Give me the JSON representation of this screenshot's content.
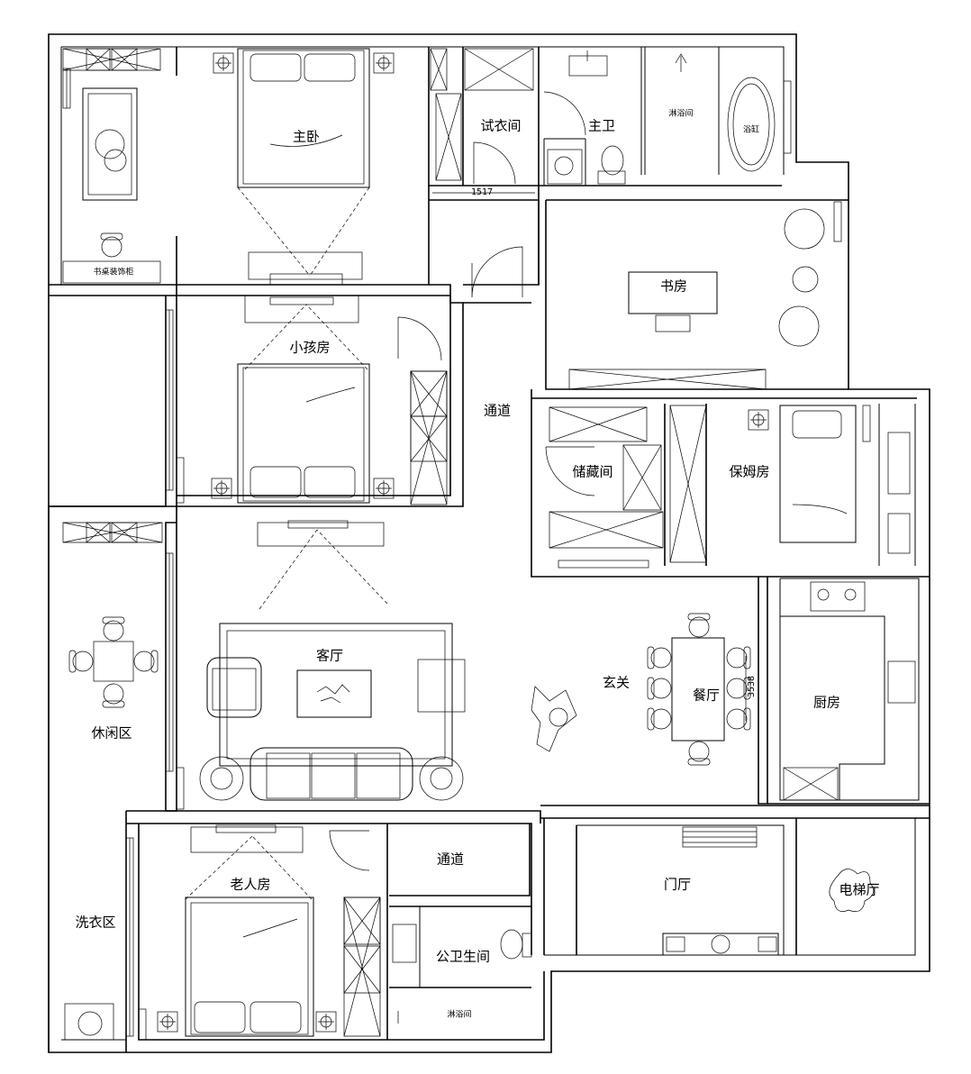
{
  "plan": {
    "rooms": {
      "master_bedroom": "主卧",
      "fitting_room": "试衣间",
      "master_bath": "主卫",
      "kids_room": "小孩房",
      "study": "书房",
      "corridor_upper": "通道",
      "storage": "储藏间",
      "nanny_room": "保姆房",
      "living_room": "客厅",
      "foyer": "玄关",
      "dining": "餐厅",
      "kitchen": "厨房",
      "leisure_area": "休闲区",
      "laundry_area": "洗衣区",
      "elders_room": "老人房",
      "corridor_lower": "通道",
      "public_bath": "公卫生间",
      "entrance_hall": "门厅",
      "elevator_hall": "电梯厅"
    },
    "dimensions": {
      "fitting_room_width": "1517",
      "dining_length": "3538"
    },
    "fixture_labels": {
      "master_desk": "书桌装饰柜",
      "master_shower": "淋浴间",
      "master_tub": "浴缸",
      "public_shower": "淋浴间"
    }
  }
}
